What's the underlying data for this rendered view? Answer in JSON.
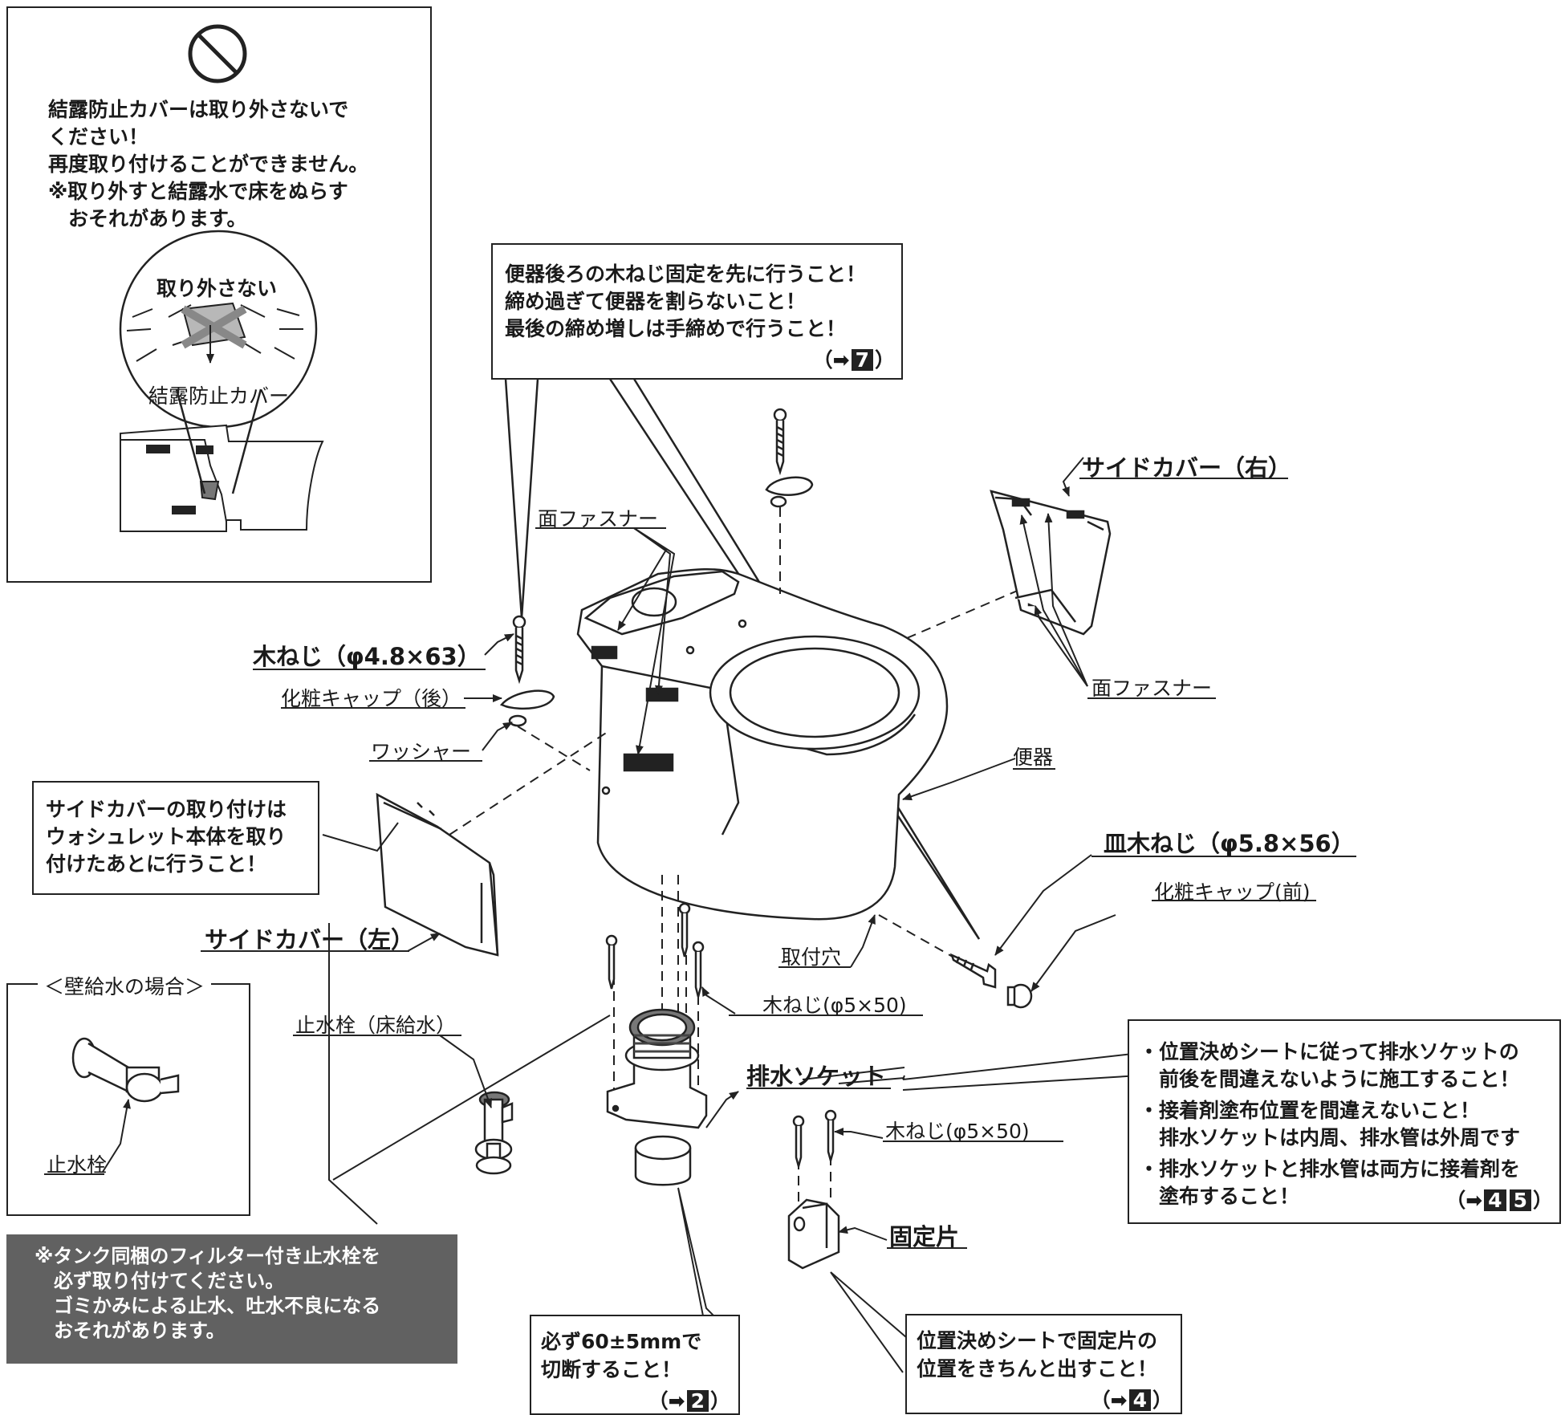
{
  "warning_box": {
    "icon": "prohibition-icon",
    "lines": [
      "結露防止カバーは取り外さないで",
      "ください！",
      "再度取り付けることができません。",
      "※取り外すと結露水で床をぬらす",
      "　おそれがあります。"
    ],
    "detail_label_top": "取り外さない",
    "detail_label_bottom": "結露防止カバー"
  },
  "screw_note": {
    "lines": [
      "便器後ろの木ねじ固定を先に行うこと！",
      "締め過ぎて便器を割らないこと！",
      "最後の締め増しは手締めで行うこと！"
    ],
    "ref_open": "（",
    "ref_arrow": "➡",
    "ref_num": "7",
    "ref_close": "）"
  },
  "labels": {
    "side_cover_right": "サイドカバー（右）",
    "fastener_top": "面ファスナー",
    "fastener_right": "面ファスナー",
    "wood_screw_rear": "木ねじ（φ4.8×63）",
    "cap_rear": "化粧キャップ（後）",
    "washer": "ワッシャー",
    "toilet": "便器",
    "pan_screw": "皿木ねじ（φ5.8×56）",
    "cap_front": "化粧キャップ(前)",
    "side_cover_left": "サイドカバー（左）",
    "mount_hole": "取付穴",
    "wood_screw_socket": "木ねじ(φ5×50)",
    "stop_valve_floor": "止水栓（床給水）",
    "drain_socket": "排水ソケット",
    "wood_screw_block": "木ねじ(φ5×50)",
    "fixing_block": "固定片"
  },
  "side_cover_note": {
    "lines": [
      "サイドカバーの取り付けは",
      "ウォシュレット本体を取り",
      "付けたあとに行うこと！"
    ]
  },
  "wall_supply_box": {
    "title": "＜壁給水の場合＞",
    "valve_label": "止水栓"
  },
  "filter_note": {
    "lines": [
      "※タンク同梱のフィルター付き止水栓を",
      "　必ず取り付けてください。",
      "　ゴミかみによる止水、吐水不良になる",
      "　おそれがあります。"
    ]
  },
  "drain_note": {
    "lines": [
      "・位置決めシートに従って排水ソケットの",
      "　前後を間違えないように施工すること！",
      "・接着剤塗布位置を間違えないこと！",
      "　排水ソケットは内周、排水管は外周です",
      "・排水ソケットと排水管は両方に接着剤を",
      "　塗布すること！"
    ],
    "ref_open": "（",
    "ref_arrow": "➡",
    "ref_num_1": "4",
    "ref_num_2": "5",
    "ref_close": "）"
  },
  "cut_note": {
    "lines": [
      "必ず60±5mmで",
      "切断すること！"
    ],
    "ref_open": "（",
    "ref_arrow": "➡",
    "ref_num": "2",
    "ref_close": "）"
  },
  "block_note": {
    "lines": [
      "位置決めシートで固定片の",
      "位置をきちんと出すこと！"
    ],
    "ref_open": "（",
    "ref_arrow": "➡",
    "ref_num": "4",
    "ref_close": "）"
  }
}
